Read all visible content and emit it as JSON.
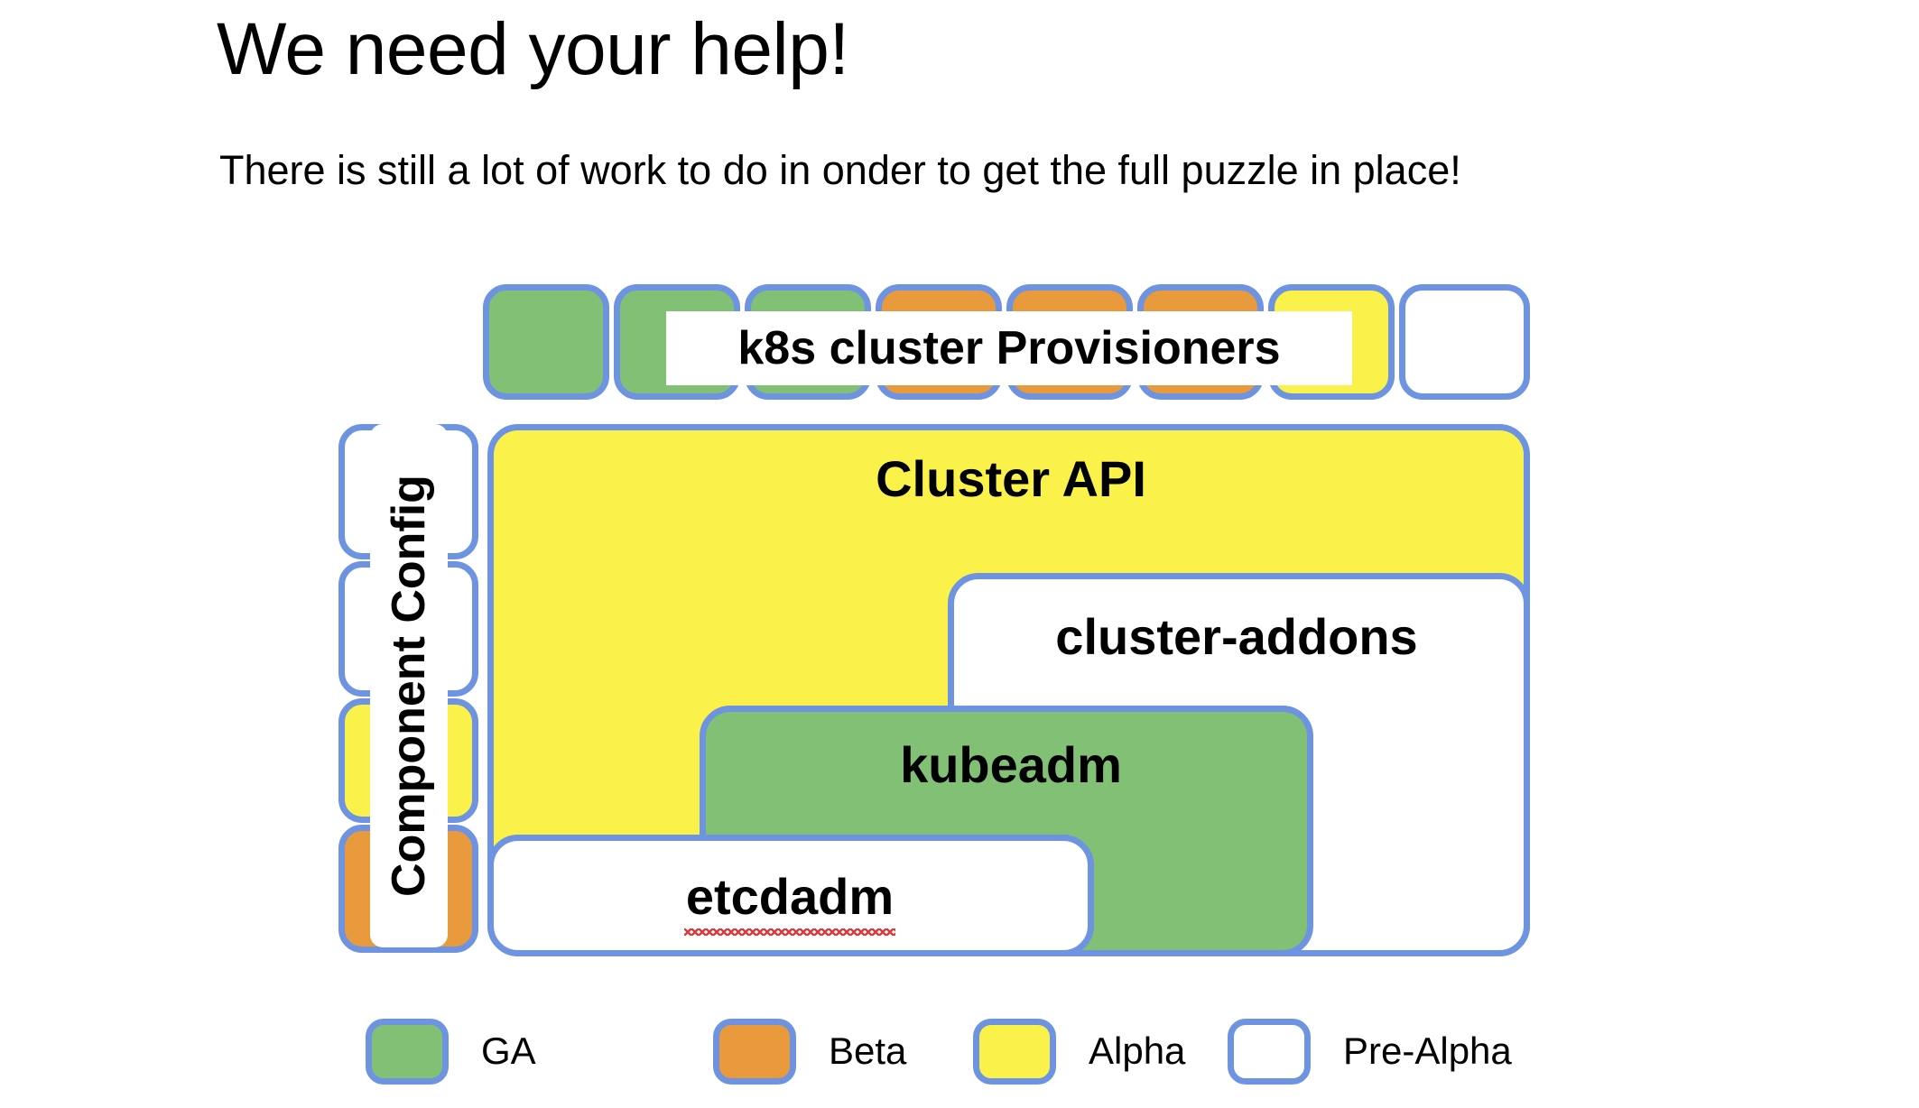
{
  "slide": {
    "title": "We need your help!",
    "subtitle": "There is still a lot of work to do in onder to get the full puzzle in place!"
  },
  "colors": {
    "border": "#6E93E0",
    "ga": "#82C076",
    "beta": "#E89A3C",
    "alpha": "#FAF24A",
    "pre_alpha": "#FFFFFF",
    "misspell_underline": "#E03B3B"
  },
  "diagram": {
    "provisioners_row": {
      "caption": "k8s cluster Provisioners",
      "boxes": [
        {
          "status": "ga"
        },
        {
          "status": "ga"
        },
        {
          "status": "ga"
        },
        {
          "status": "beta"
        },
        {
          "status": "beta"
        },
        {
          "status": "beta"
        },
        {
          "status": "alpha"
        },
        {
          "status": "pre_alpha"
        }
      ]
    },
    "component_config_column": {
      "caption": "Component Config",
      "boxes": [
        {
          "status": "pre_alpha"
        },
        {
          "status": "pre_alpha"
        },
        {
          "status": "alpha"
        },
        {
          "status": "beta"
        }
      ]
    },
    "stack": [
      {
        "label": "Cluster API",
        "status": "alpha"
      },
      {
        "label": "cluster-addons",
        "status": "pre_alpha"
      },
      {
        "label": "kubeadm",
        "status": "ga"
      },
      {
        "label": "etcdadm",
        "status": "pre_alpha",
        "misspelled": true
      }
    ]
  },
  "legend": {
    "items": [
      {
        "label": "GA",
        "status": "ga"
      },
      {
        "label": "Beta",
        "status": "beta"
      },
      {
        "label": "Alpha",
        "status": "alpha"
      },
      {
        "label": "Pre-Alpha",
        "status": "pre_alpha"
      }
    ]
  }
}
